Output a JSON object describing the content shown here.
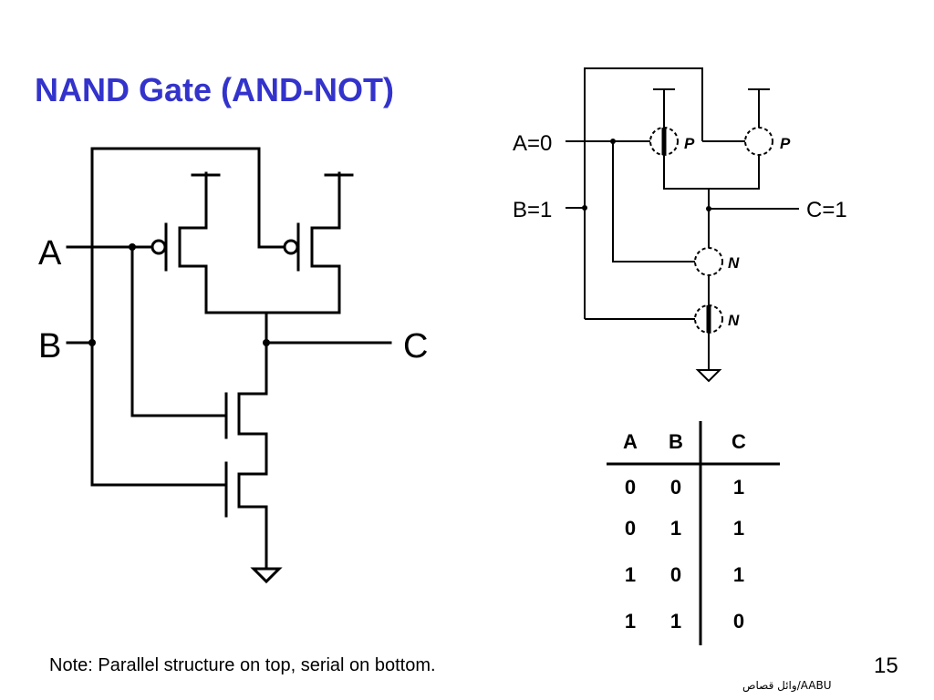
{
  "title": "NAND Gate (AND-NOT)",
  "left_circuit": {
    "labels": {
      "a": "A",
      "b": "B",
      "c": "C"
    }
  },
  "right_circuit": {
    "labels": {
      "a": "A=0",
      "b": "B=1",
      "c": "C=1",
      "pmos_1": "P",
      "pmos_2": "P",
      "nmos_1": "N",
      "nmos_2": "N"
    }
  },
  "truth_table": {
    "headers": [
      "A",
      "B",
      "C"
    ],
    "rows": [
      [
        "0",
        "0",
        "1"
      ],
      [
        "0",
        "1",
        "1"
      ],
      [
        "1",
        "0",
        "1"
      ],
      [
        "1",
        "1",
        "0"
      ]
    ]
  },
  "note": "Note: Parallel structure on top, serial on bottom.",
  "page_number": "15",
  "footer": "وائل قصاص/AABU"
}
